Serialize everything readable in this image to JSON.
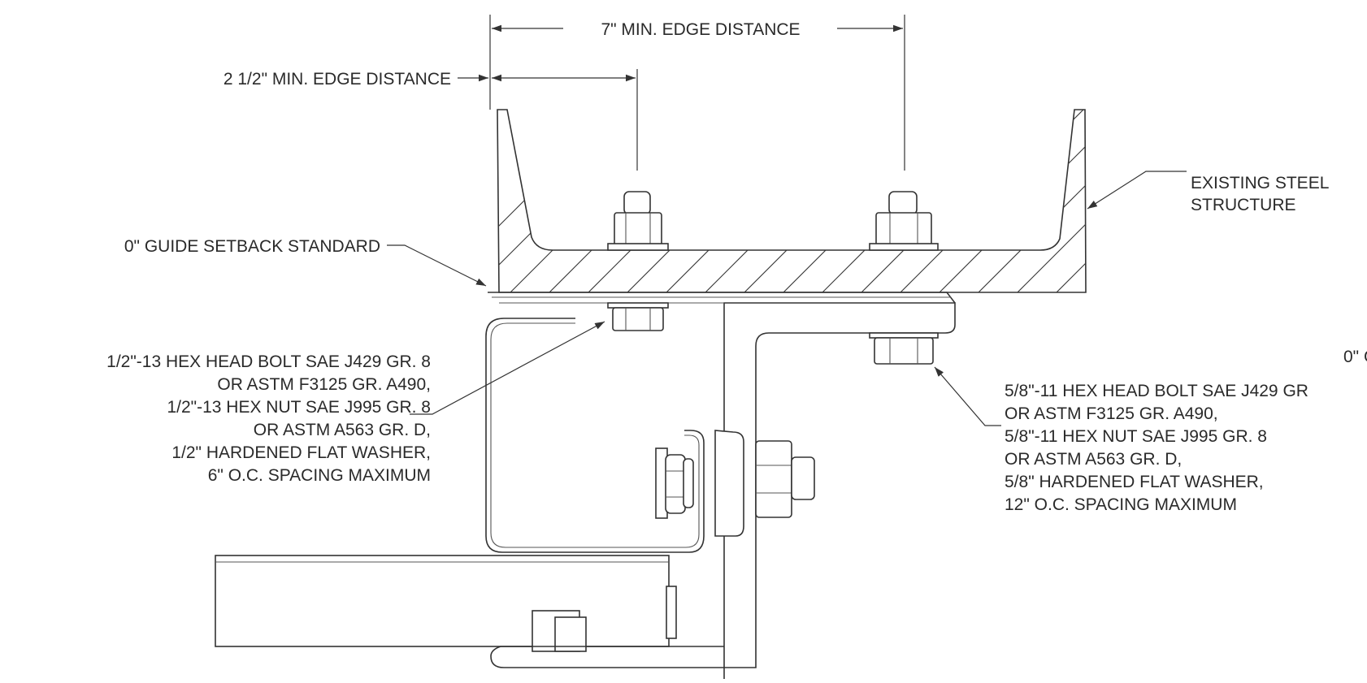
{
  "labels": {
    "dim_7": "7\" MIN. EDGE  DISTANCE",
    "dim_2_5": "2 1/2\" MIN. EDGE  DISTANCE",
    "steel": [
      "EXISTING STEEL",
      "STRUCTURE"
    ],
    "guide_setback": "0\" GUIDE SETBACK STANDARD",
    "guide_setback_cut": "0\" G",
    "bolt_half": [
      "1/2\"-13 HEX HEAD BOLT SAE J429 GR. 8",
      "OR ASTM F3125 GR. A490,",
      "1/2\"-13 HEX NUT SAE J995 GR. 8",
      "OR ASTM A563 GR. D,",
      "1/2\" HARDENED FLAT WASHER,",
      "6\" O.C. SPACING MAXIMUM"
    ],
    "bolt_five_eighths": [
      "5/8\"-11 HEX HEAD BOLT SAE J429 GR",
      "OR ASTM F3125 GR. A490,",
      "5/8\"-11 HEX NUT SAE J995 GR. 8",
      "OR ASTM A563 GR. D,",
      "5/8\" HARDENED FLAT WASHER,",
      "12\" O.C. SPACING MAXIMUM"
    ]
  }
}
